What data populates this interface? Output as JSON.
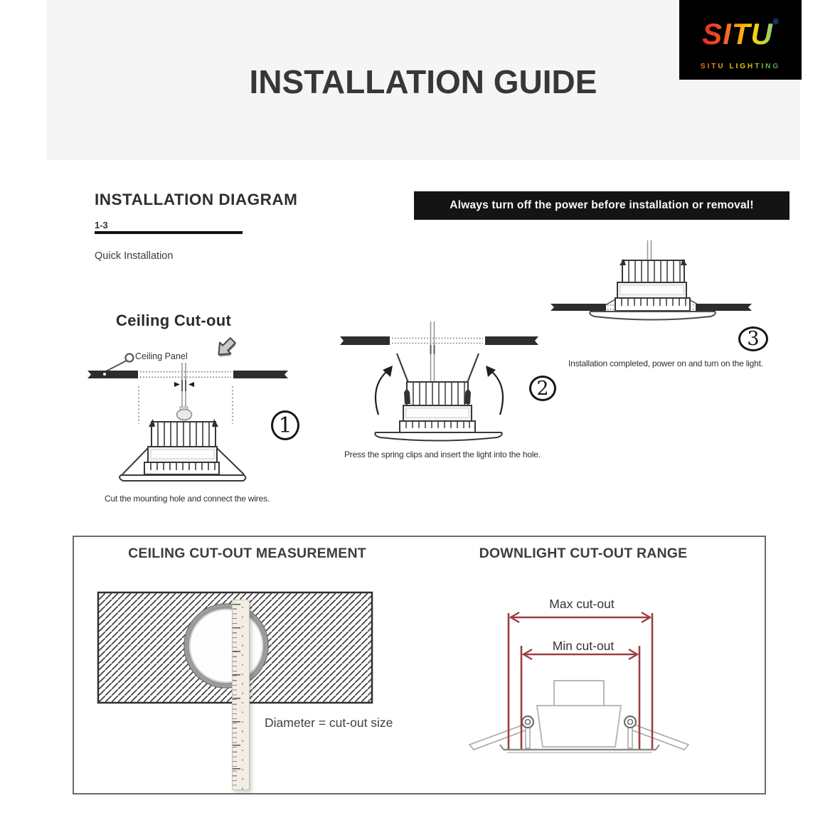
{
  "header": {
    "title": "INSTALLATION GUIDE",
    "bg_color": "#f5f5f5",
    "logo": {
      "brand": "SITU",
      "registered_mark": "®",
      "subtitle": "SITU LIGHTING",
      "bg_color": "#000000",
      "gradient_colors": [
        "#e8262d",
        "#f5821f",
        "#ffd400",
        "#52b153",
        "#2f6fb5"
      ]
    }
  },
  "section": {
    "heading": "INSTALLATION DIAGRAM",
    "step_range": "1-3",
    "subheading": "Quick Installation",
    "warning": "Always turn off the power before installation or removal!"
  },
  "steps": [
    {
      "number": "1",
      "title": "Ceiling Cut-out",
      "callout": "Ceiling Panel",
      "caption": "Cut the mounting hole and connect the wires."
    },
    {
      "number": "2",
      "caption": "Press the spring clips and insert the light into the hole."
    },
    {
      "number": "3",
      "caption": "Installation completed, power on and turn on the light."
    }
  ],
  "measurement_panel": {
    "left": {
      "heading": "CEILING CUT-OUT MEASUREMENT",
      "note": "Diameter = cut-out size"
    },
    "right": {
      "heading": "DOWNLIGHT CUT-OUT RANGE",
      "max_label": "Max cut-out",
      "min_label": "Min cut-out",
      "dimension_color": "#9d3e43"
    }
  }
}
